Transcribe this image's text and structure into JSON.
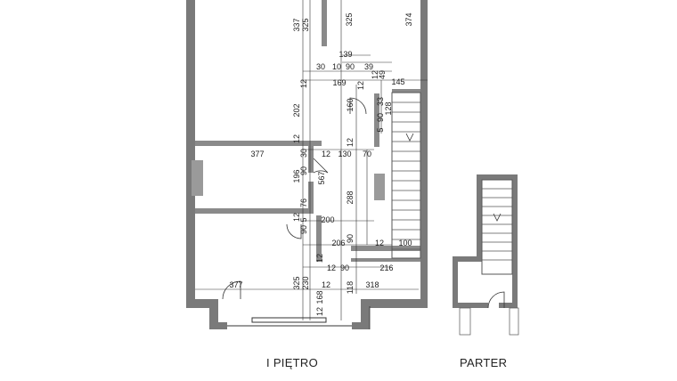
{
  "captions": {
    "floor_first": "I PIĘTRO",
    "floor_ground": "PARTER"
  },
  "dimensions": {
    "d337": "337",
    "d325a": "325",
    "d325b": "325",
    "d374": "374",
    "d139": "139",
    "d30a": "30",
    "d10": "10",
    "d90a": "90",
    "d39": "39",
    "d12a": "12",
    "d49": "49",
    "d12b": "12",
    "d169": "169",
    "d12c": "12",
    "d145": "145",
    "d33": "33",
    "d202": "202",
    "d160": "160",
    "d128": "128",
    "d90b": "90",
    "d5a": "5",
    "d12d": "12",
    "d12e": "12",
    "d377a": "377",
    "d30b": "30",
    "d12f": "12",
    "d130": "130",
    "d70": "70",
    "d196": "196",
    "d90c": "90",
    "d567": "567",
    "d288": "288",
    "d76": "76",
    "d12g": "12",
    "d200": "200",
    "d90d": "90",
    "d5b": "5",
    "d206": "206",
    "d90e": "90",
    "d12h": "12",
    "d100": "100",
    "d12i": "12",
    "d12j": "12",
    "d90f": "90",
    "d216": "216",
    "d377b": "377",
    "d325c": "325",
    "d230": "230",
    "d12k": "12",
    "d318": "318",
    "d118": "118",
    "d168": "168",
    "d12l": "12"
  }
}
